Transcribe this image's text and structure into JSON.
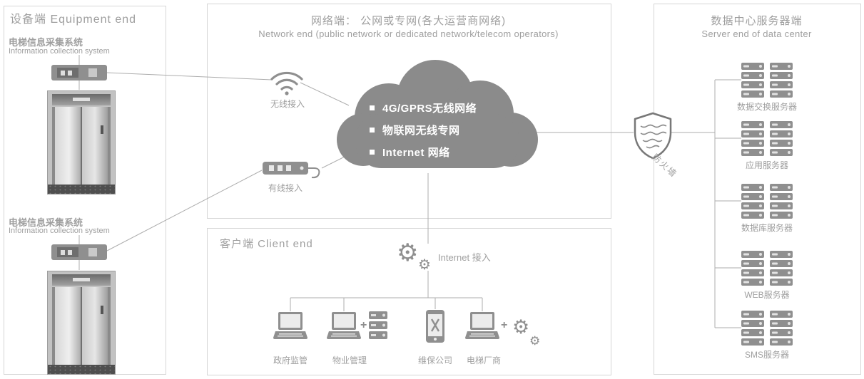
{
  "colors": {
    "accent_gray": "#8f8f8f",
    "line": "#adadad",
    "panel_border": "#d6d6d6",
    "text": "#9f9f9f",
    "cloud_fill": "#8b8b8b",
    "cloud_text": "#ffffff"
  },
  "icons": {
    "gear_glyph": "⚙",
    "plus_glyph": "+"
  },
  "equipment_panel": {
    "title": "设备端 Equipment end",
    "systems": [
      {
        "label_zh": "电梯信息采集系统",
        "label_en": "Information collection system"
      },
      {
        "label_zh": "电梯信息采集系统",
        "label_en": "Information collection system"
      }
    ]
  },
  "network_panel": {
    "title_zh": "网络端：  公网或专网(各大运营商网络)",
    "title_en": "Network end (public network or dedicated network/telecom operators)",
    "wireless_label": "无线接入",
    "wired_label": "有线接入",
    "cloud_items": [
      "4G/GPRS无线网络",
      "物联网无线专网",
      "Internet 网络"
    ]
  },
  "client_panel": {
    "title": "客户端 Client end",
    "internet_label": "Internet 接入",
    "clients": [
      {
        "label": "政府监管"
      },
      {
        "label": "物业管理"
      },
      {
        "label": "维保公司"
      },
      {
        "label": "电梯厂商"
      }
    ]
  },
  "server_panel": {
    "title_zh": "数据中心服务器端",
    "title_en": "Server end of data center",
    "firewall_label": "防火墙",
    "servers": [
      {
        "label": "数据交换服务器"
      },
      {
        "label": "应用服务器"
      },
      {
        "label": "数据库服务器"
      },
      {
        "label": "WEB服务器"
      },
      {
        "label": "SMS服务器"
      }
    ]
  }
}
